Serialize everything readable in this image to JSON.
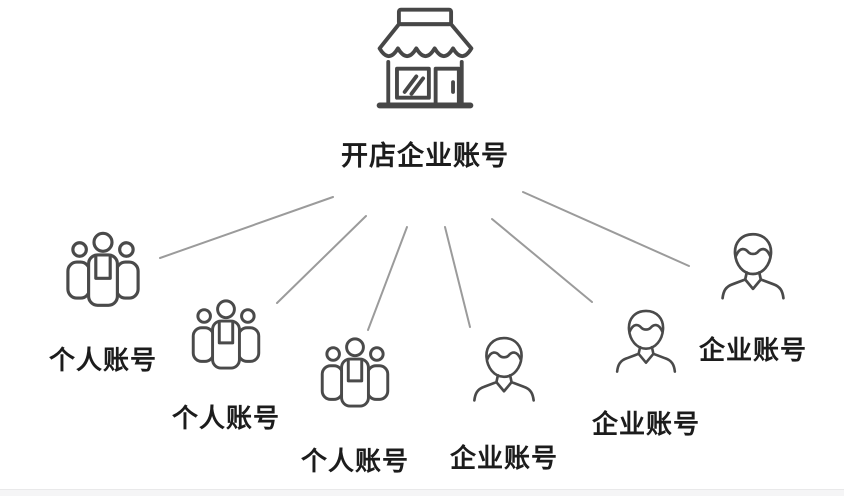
{
  "diagram": {
    "root": {
      "label": "开店企业账号",
      "icon": "storefront-icon"
    },
    "nodes": [
      {
        "id": "personal-1",
        "label": "个人账号",
        "type": "personal",
        "icon": "people-group-icon"
      },
      {
        "id": "personal-2",
        "label": "个人账号",
        "type": "personal",
        "icon": "people-group-icon"
      },
      {
        "id": "personal-3",
        "label": "个人账号",
        "type": "personal",
        "icon": "people-group-icon"
      },
      {
        "id": "enterprise-1",
        "label": "企业账号",
        "type": "enterprise",
        "icon": "person-icon"
      },
      {
        "id": "enterprise-2",
        "label": "企业账号",
        "type": "enterprise",
        "icon": "person-icon"
      },
      {
        "id": "enterprise-3",
        "label": "企业账号",
        "type": "enterprise",
        "icon": "person-icon"
      }
    ],
    "edges": [
      {
        "from": "root",
        "to": "personal-1"
      },
      {
        "from": "root",
        "to": "personal-2"
      },
      {
        "from": "root",
        "to": "personal-3"
      },
      {
        "from": "root",
        "to": "enterprise-1"
      },
      {
        "from": "root",
        "to": "enterprise-2"
      },
      {
        "from": "root",
        "to": "enterprise-3"
      }
    ],
    "colors": {
      "background": "#ffffff",
      "text": "#1c1c1c",
      "icon_stroke": "#4a4a4a",
      "connector": "#9b9b9b",
      "bottom_bar": "#f5f5f6"
    }
  }
}
